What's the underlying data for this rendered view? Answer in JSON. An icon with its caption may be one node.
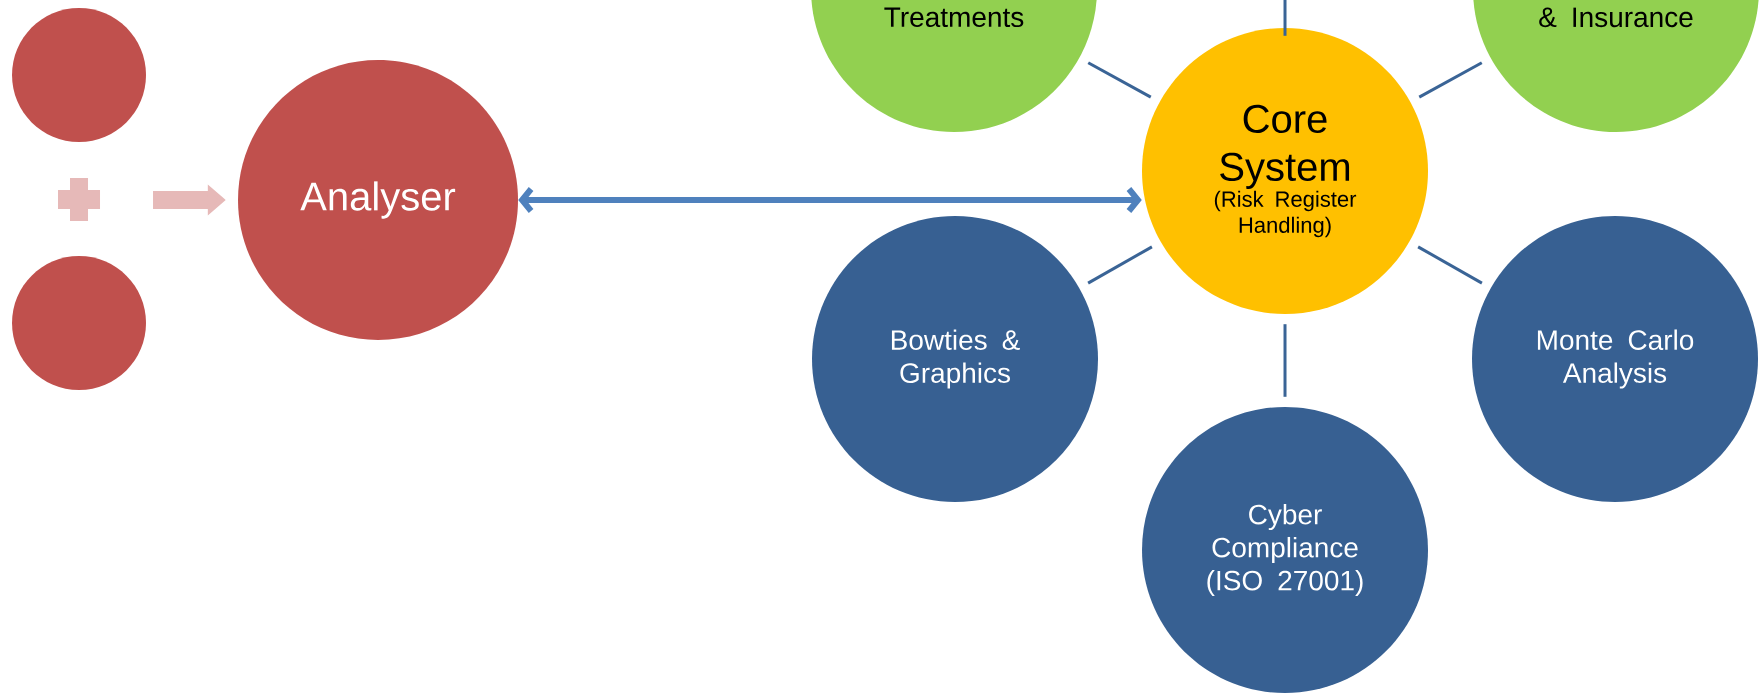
{
  "diagram": {
    "nodes": [
      {
        "text": [
          "Treatments"
        ]
      },
      {
        "text": [
          "& Insurance"
        ]
      },
      {
        "text": [],
        "shape": "circle"
      },
      {
        "text": [
          "Core System",
          "(Risk Register Handling)"
        ]
      },
      {
        "text": [
          "Analyser"
        ]
      },
      {
        "text": [],
        "shape": "circle"
      },
      {
        "text": [
          "Bowties & Graphics"
        ]
      },
      {
        "text": [
          "Monte Carlo Analysis"
        ]
      },
      {
        "text": [
          "Cyber Compliance (ISO 27001)"
        ]
      }
    ],
    "edges": [
      {
        "from": 0,
        "to": 3,
        "arrow": "none"
      },
      {
        "from": 1,
        "to": 3,
        "arrow": "none"
      },
      {
        "from": 3,
        "to": null,
        "arrow": "none"
      },
      {
        "from": 3,
        "to": 6,
        "arrow": "none"
      },
      {
        "from": 3,
        "to": 7,
        "arrow": "none"
      },
      {
        "from": 3,
        "to": 8,
        "arrow": "none"
      },
      {
        "from": 4,
        "to": 3,
        "arrow": "both",
        "style": "thick",
        "color": "#4f81bd"
      },
      {
        "from": null,
        "to": 4,
        "arrow": "to",
        "style": "thick",
        "color": "#e6b9b8"
      }
    ]
  }
}
